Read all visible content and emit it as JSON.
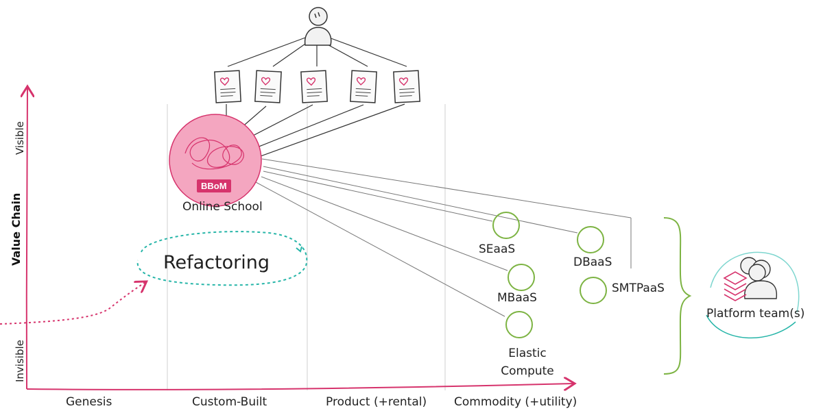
{
  "axes": {
    "y_title": "Value Chain",
    "y_top": "Visible",
    "y_bottom": "Invisible",
    "stages": [
      "Genesis",
      "Custom-Built",
      "Product (+rental)",
      "Commodity (+utility)"
    ]
  },
  "center_node": {
    "label": "Online School",
    "badge": "BBoM"
  },
  "refactoring": "Refactoring",
  "components": [
    {
      "id": "seaas",
      "label": "SEaaS"
    },
    {
      "id": "dbaas",
      "label": "DBaaS"
    },
    {
      "id": "mbaas",
      "label": "MBaaS"
    },
    {
      "id": "smtpaas",
      "label": "SMTPaaS"
    },
    {
      "id": "elastic",
      "label": "Elastic Compute"
    }
  ],
  "platform_team": "Platform team(s)",
  "colors": {
    "pink": "#d6336c",
    "pink_fill": "#f4a6c0",
    "green": "#7cb342",
    "teal": "#26b5a8",
    "line": "#555555"
  },
  "icons": [
    "user-icon",
    "document-heart-icon",
    "team-icon",
    "layers-icon"
  ]
}
